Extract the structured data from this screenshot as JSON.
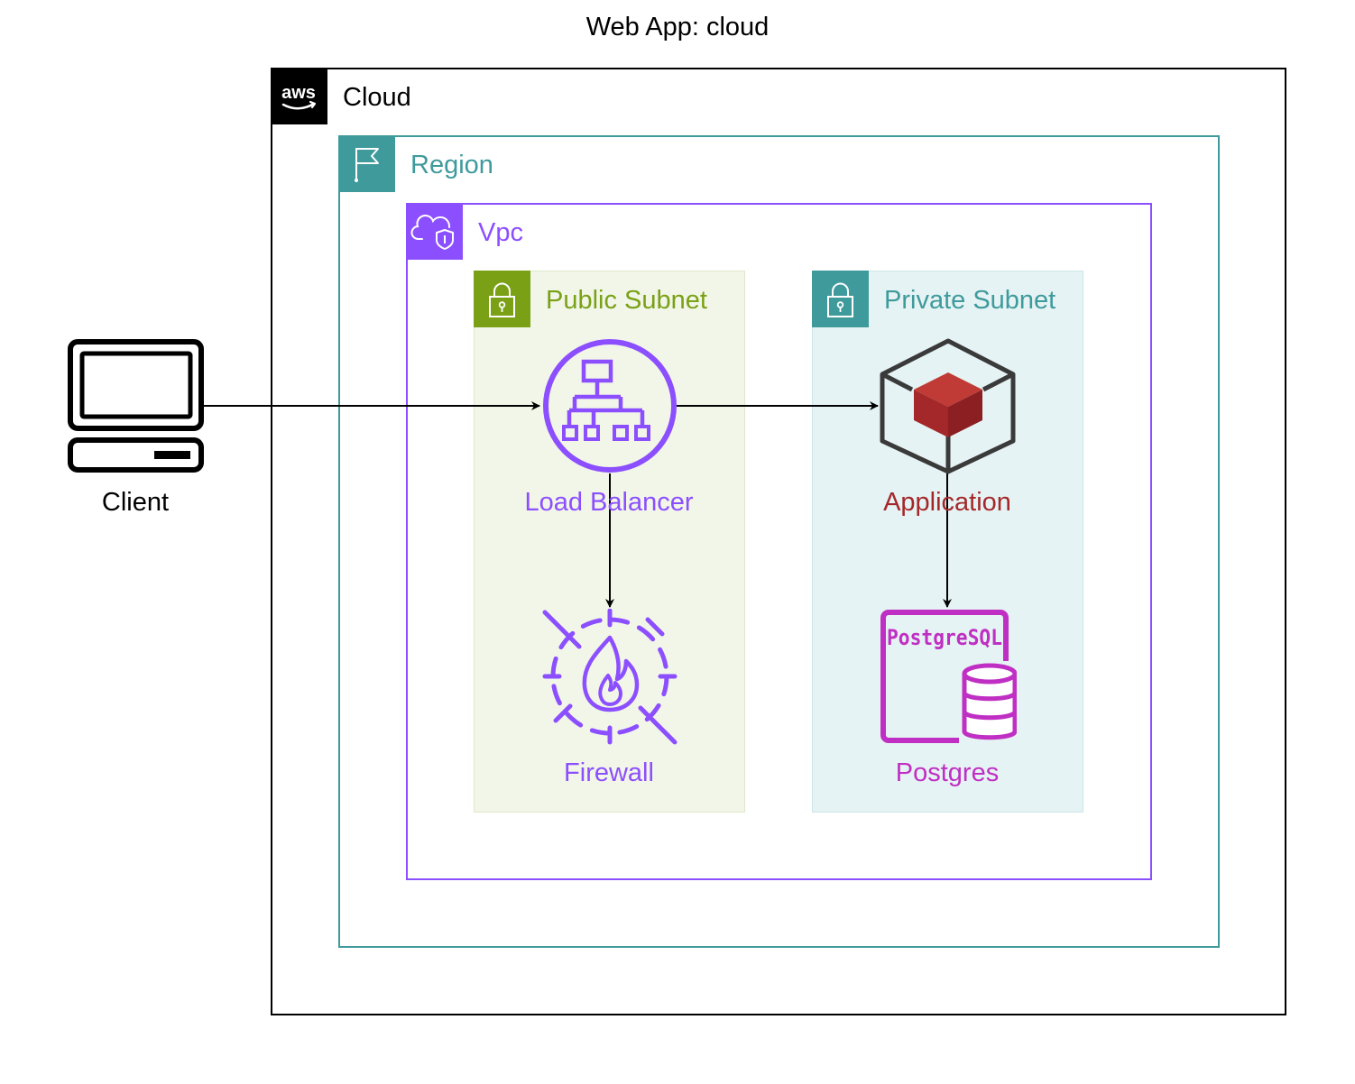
{
  "title": "Web App: cloud",
  "groups": {
    "cloud": {
      "label": "Cloud",
      "color": "#000000"
    },
    "region": {
      "label": "Region",
      "color": "#3f9a9c"
    },
    "vpc": {
      "label": "Vpc",
      "color": "#8c4fff"
    },
    "public_subnet": {
      "label": "Public Subnet",
      "color": "#7aa116"
    },
    "private_subnet": {
      "label": "Private Subnet",
      "color": "#3f9a9c"
    }
  },
  "nodes": {
    "client": {
      "label": "Client",
      "icon": "computer-icon"
    },
    "load_balancer": {
      "label": "Load Balancer",
      "icon": "load-balancer-icon",
      "color": "#8c4fff"
    },
    "firewall": {
      "label": "Firewall",
      "icon": "firewall-icon",
      "color": "#8c4fff"
    },
    "application": {
      "label": "Application",
      "icon": "compute-cube-icon",
      "color": "#a4282a"
    },
    "postgres": {
      "label": "Postgres",
      "icon": "postgresql-icon",
      "color": "#c02fc3",
      "icon_text": "PostgreSQL"
    }
  },
  "edges": [
    {
      "from": "client",
      "to": "load_balancer"
    },
    {
      "from": "load_balancer",
      "to": "application"
    },
    {
      "from": "load_balancer",
      "to": "firewall"
    },
    {
      "from": "application",
      "to": "postgres"
    }
  ]
}
